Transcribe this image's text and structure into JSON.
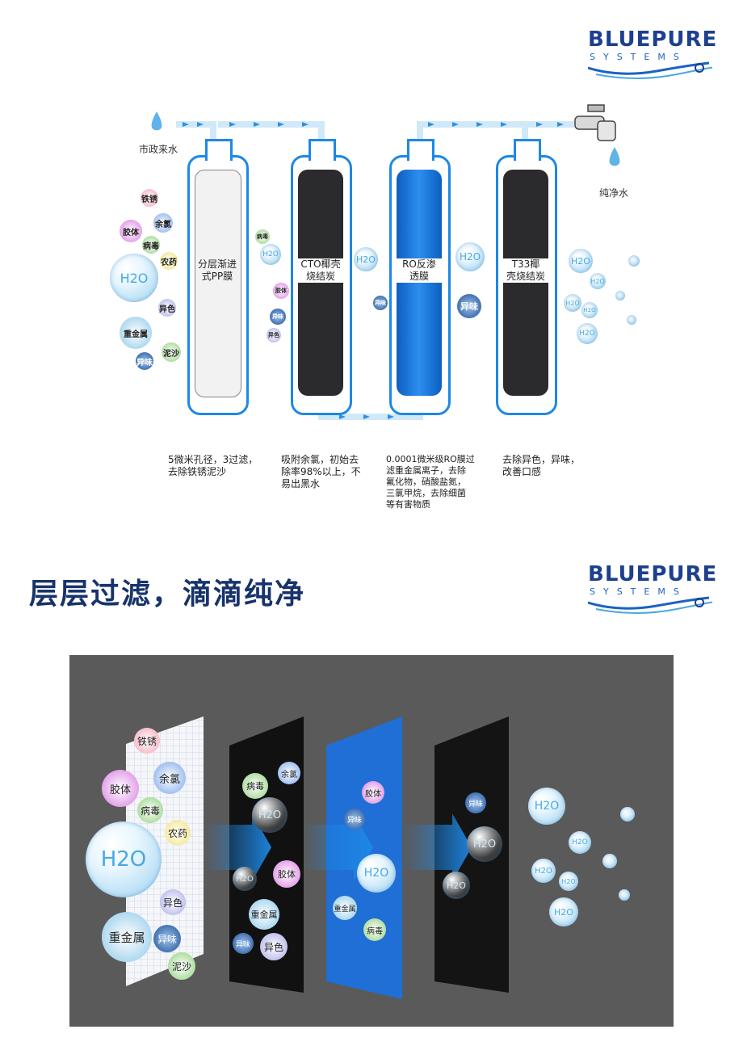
{
  "logo": {
    "brand": "BLUEPURE",
    "sub": "SYSTEMS"
  },
  "diagram": {
    "input_label": "市政来水",
    "output_label": "纯净水",
    "cartridges": [
      {
        "label_line1": "分层渐进",
        "label_line2": "式PP膜",
        "color": "#f2f2f2"
      },
      {
        "label_line1": "CTO椰壳",
        "label_line2": "烧结炭",
        "color": "#2b2b2e"
      },
      {
        "label_line1": "RO反渗",
        "label_line2": "透膜",
        "color": "#1571d6"
      },
      {
        "label_line1": "T33椰",
        "label_line2": "壳烧结炭",
        "color": "#2b2b2e"
      }
    ],
    "descriptions": [
      {
        "line1": "5微米孔径，3过滤，",
        "line2": "去除铁锈泥沙",
        "line3": "",
        "line4": "",
        "line5": ""
      },
      {
        "line1": "吸附余氯，初始去",
        "line2": "除率98%以上，不",
        "line3": "易出黑水",
        "line4": "",
        "line5": ""
      },
      {
        "line1": "0.0001微米级RO膜过",
        "line2": "滤重金属离子，去除",
        "line3": "氟化物，硝酸盐氮，",
        "line4": "三氯甲烷，去除细菌",
        "line5": "等有害物质"
      },
      {
        "line1": "去除异色，异味，",
        "line2": "改善口感",
        "line3": "",
        "line4": "",
        "line5": ""
      }
    ],
    "contaminants": {
      "rust": "铁锈",
      "chlorine": "余氯",
      "colloid": "胶体",
      "virus": "病毒",
      "pesticide": "农药",
      "h2o": "H2O",
      "color": "异色",
      "heavy_metal": "重金属",
      "sediment": "泥沙",
      "odor": "异味"
    }
  },
  "section2": {
    "heading": "层层过滤，滴滴纯净"
  },
  "colors": {
    "brand": "#1d3f8f",
    "accent": "#1e88e5",
    "pipe": "#b9dff5"
  }
}
